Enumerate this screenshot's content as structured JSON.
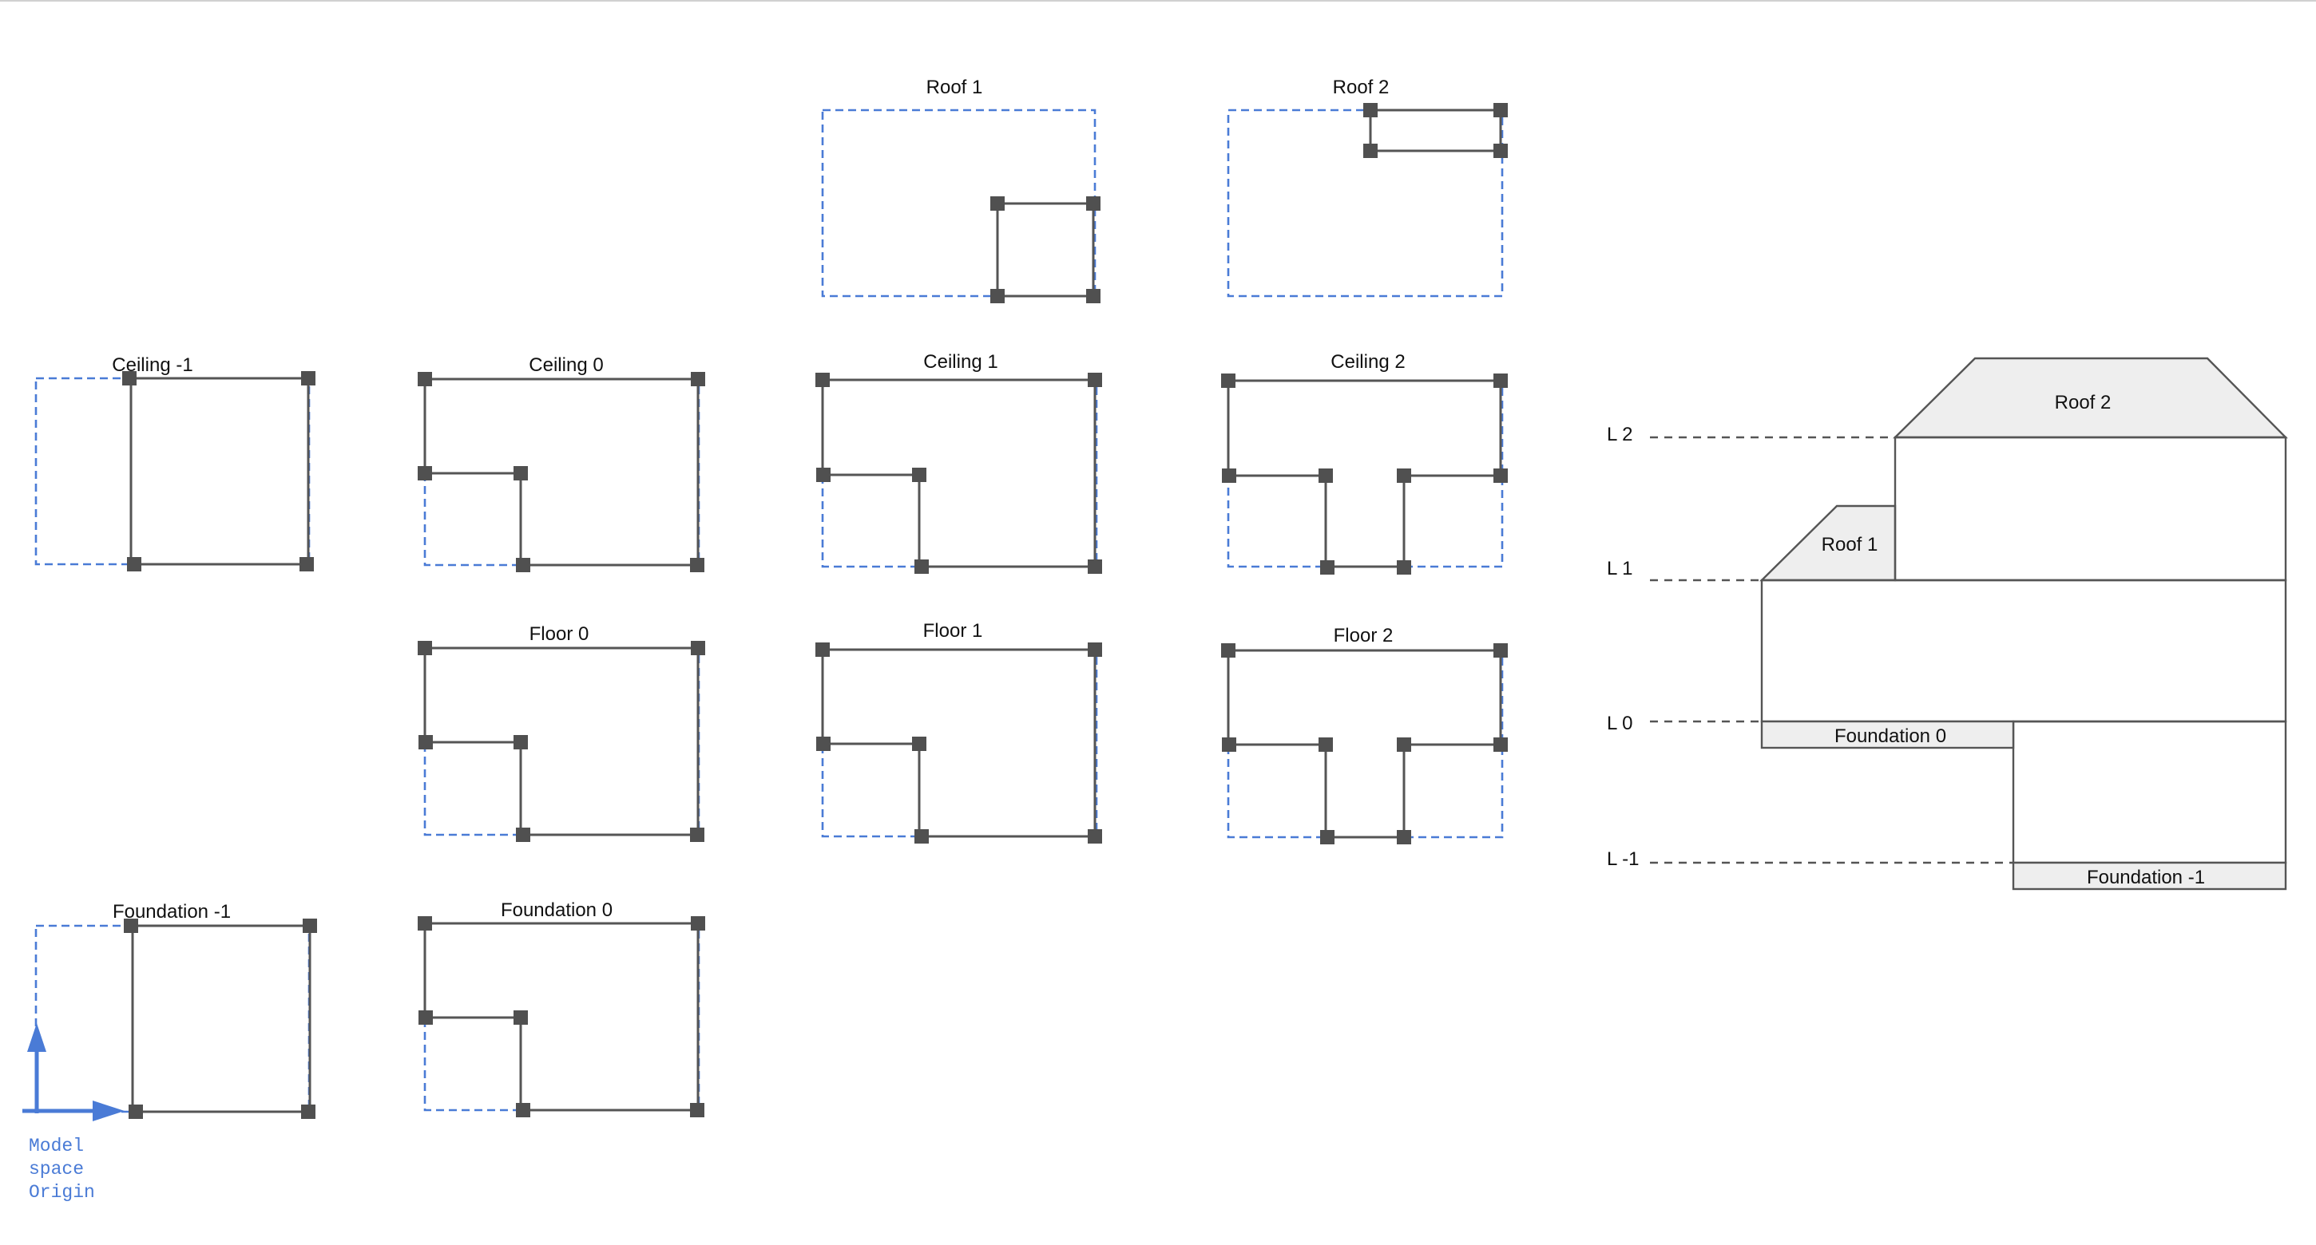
{
  "colors": {
    "footprint": "#4a7bd6",
    "wall": "#555555",
    "vertex": "#505050",
    "level_line": "#555555",
    "section_stroke": "#555555",
    "section_fill": "#eeeeee",
    "origin": "#4a7bd6",
    "text": "#111111"
  },
  "plans": {
    "roof_1": {
      "label": "Roof 1"
    },
    "roof_2": {
      "label": "Roof 2"
    },
    "ceiling_m1": {
      "label": "Ceiling  -1"
    },
    "ceiling_0": {
      "label": "Ceiling 0"
    },
    "ceiling_1": {
      "label": "Ceiling 1"
    },
    "ceiling_2": {
      "label": "Ceiling 2"
    },
    "floor_0": {
      "label": "Floor 0"
    },
    "floor_1": {
      "label": "Floor 1"
    },
    "floor_2": {
      "label": "Floor 2"
    },
    "foundation_m1": {
      "label": "Foundation -1"
    },
    "foundation_0": {
      "label": "Foundation 0"
    }
  },
  "origin": {
    "label_line_1": "Model",
    "label_line_2": "space",
    "label_line_3": "Origin"
  },
  "section": {
    "levels": {
      "l2": "L 2",
      "l1": "L 1",
      "l0": "L 0",
      "lm1": "L -1"
    },
    "parts": {
      "roof_2": "Roof 2",
      "roof_1": "Roof 1",
      "foundation_0": "Foundation 0",
      "foundation_m1": "Foundation -1"
    }
  }
}
